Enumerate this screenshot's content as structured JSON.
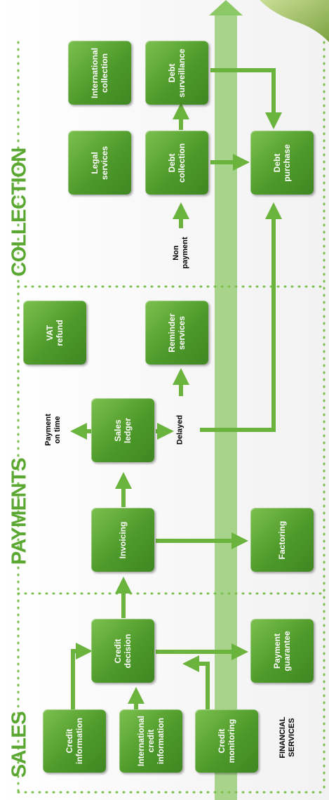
{
  "sections": {
    "sales": "SALES",
    "payments": "PAYMENTS",
    "collection": "COLLECTION"
  },
  "boxes": {
    "credit_information": "Credit\ninformation",
    "international_credit_information": "International\ncredit\ninformation",
    "credit_monitoring": "Credit\nmonitoring",
    "credit_decision": "Credit\ndecision",
    "payment_guarantee": "Payment\nguarantee",
    "invoicing": "Invoicing",
    "factoring": "Factoring",
    "sales_ledger": "Sales\nledger",
    "vat_refund": "VAT\nrefund",
    "reminder_services": "Reminder\nservices",
    "legal_services": "Legal\nservices",
    "debt_collection": "Debt\ncollection",
    "debt_purchase": "Debt\npurchase",
    "international_collection": "International\ncollection",
    "debt_surveillance": "Debt\nsurveillance"
  },
  "labels": {
    "payment_on_time": "Payment\non time",
    "delayed": "Delayed",
    "non_payment": "Non\npayment",
    "financial_services": "FINANCIAL\nSERVICES"
  },
  "colors": {
    "box_green": "#4e9a2a",
    "arrow_green": "#6ab43d",
    "section_green": "#5aa832",
    "dotted_green": "#7cc04f"
  }
}
